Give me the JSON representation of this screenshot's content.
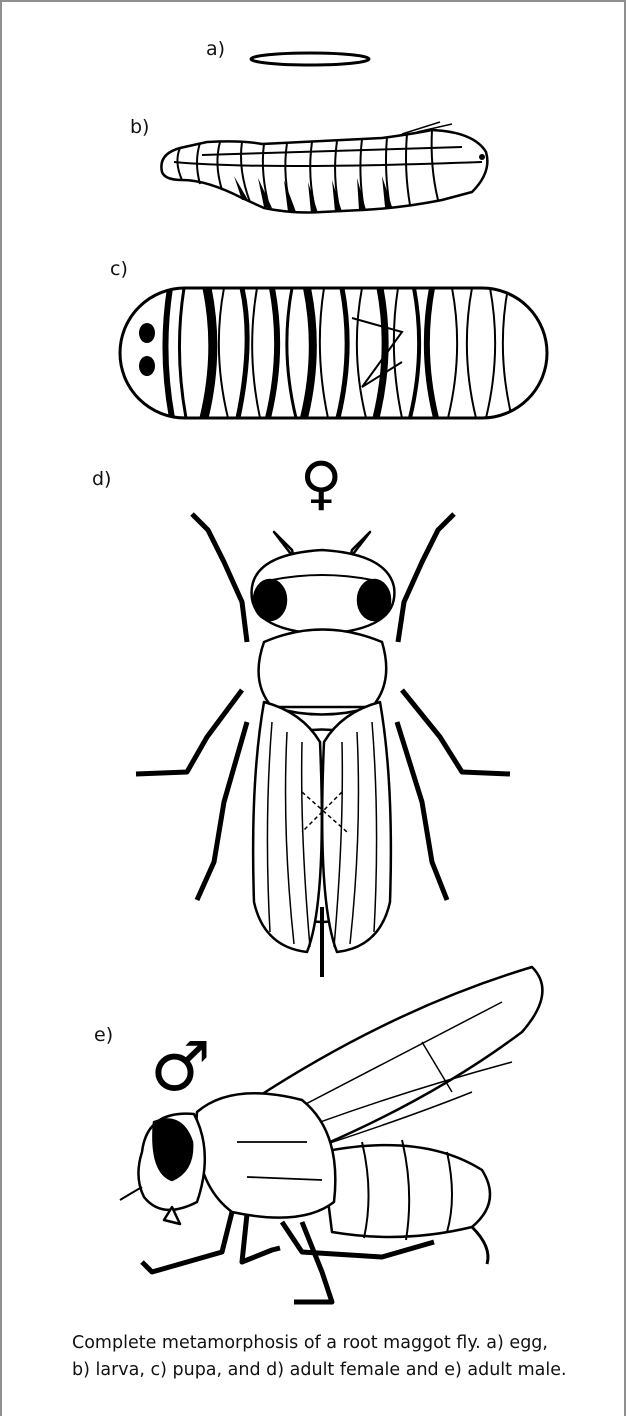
{
  "labels": {
    "egg": "a)",
    "larva": "b)",
    "pupa": "c)",
    "female": "d)",
    "male": "e)"
  },
  "symbols": {
    "female": "♀",
    "male": "♂"
  },
  "caption": {
    "line1": "Complete metamorphosis of a root maggot fly. a) egg,",
    "line2": "b) larva, c) pupa, and d) adult female and e) adult male."
  }
}
